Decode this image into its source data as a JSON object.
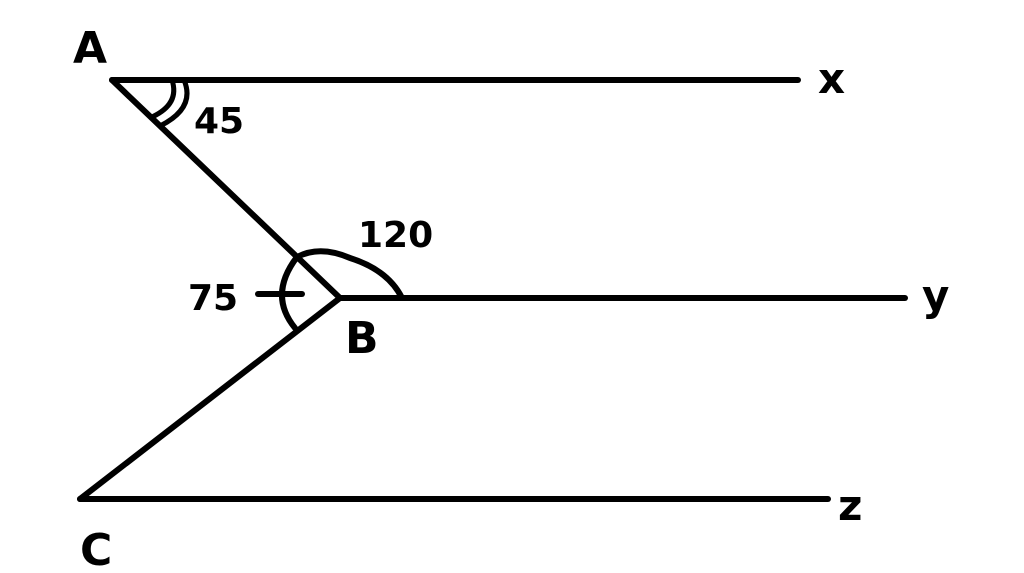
{
  "points": {
    "a": "A",
    "b": "B",
    "c": "C"
  },
  "line_ends": {
    "x": "x",
    "y": "y",
    "z": "z"
  },
  "angles": {
    "at_a": "45",
    "at_b_upper": "120",
    "at_b_lower": "75"
  }
}
